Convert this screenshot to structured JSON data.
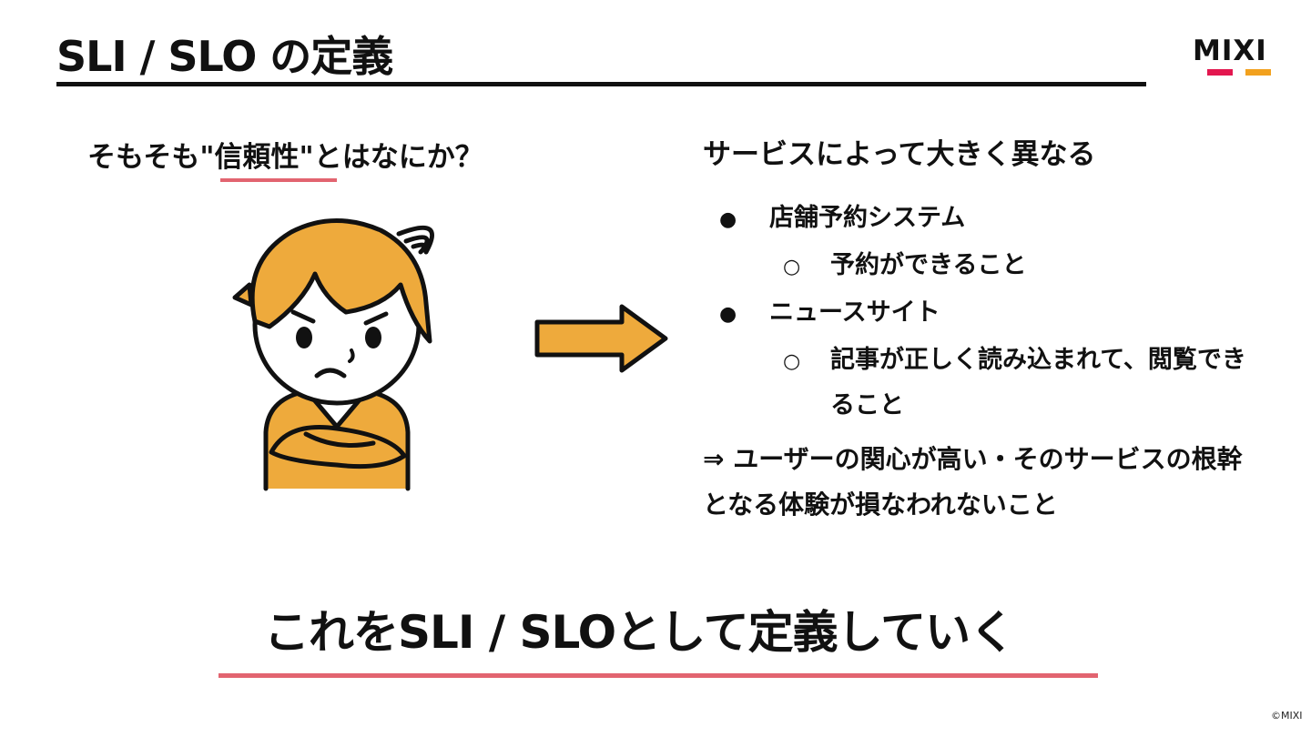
{
  "title": "SLI / SLO の定義",
  "logo": {
    "text": "MIXI",
    "bar_color_1": "#e3174f",
    "bar_color_2": "#f2a11e"
  },
  "left": {
    "question_prefix": "そもそも",
    "question_highlight": "\"信頼性\"",
    "question_suffix": "とはなにか？",
    "illustration_icon": "confused-person-arms-crossed-icon",
    "hair_color": "#eeaa3c"
  },
  "arrow": {
    "icon": "arrow-right-icon",
    "color": "#eeaa3c"
  },
  "right": {
    "heading": "サービスによって大きく異なる",
    "items": [
      {
        "bullet": "●",
        "label": "店舗予約システム",
        "sub_bullet": "○",
        "sub_label": "予約ができること"
      },
      {
        "bullet": "●",
        "label": "ニュースサイト",
        "sub_bullet": "○",
        "sub_label": "記事が正しく読み込まれて、閲覧できること"
      }
    ],
    "conclusion": "⇒ ユーザーの関心が高い・そのサービスの根幹となる体験が損なわれないこと"
  },
  "summary": "これをSLI / SLOとして定義していく",
  "accent_color": "#e26470",
  "copyright": "©MIXI"
}
